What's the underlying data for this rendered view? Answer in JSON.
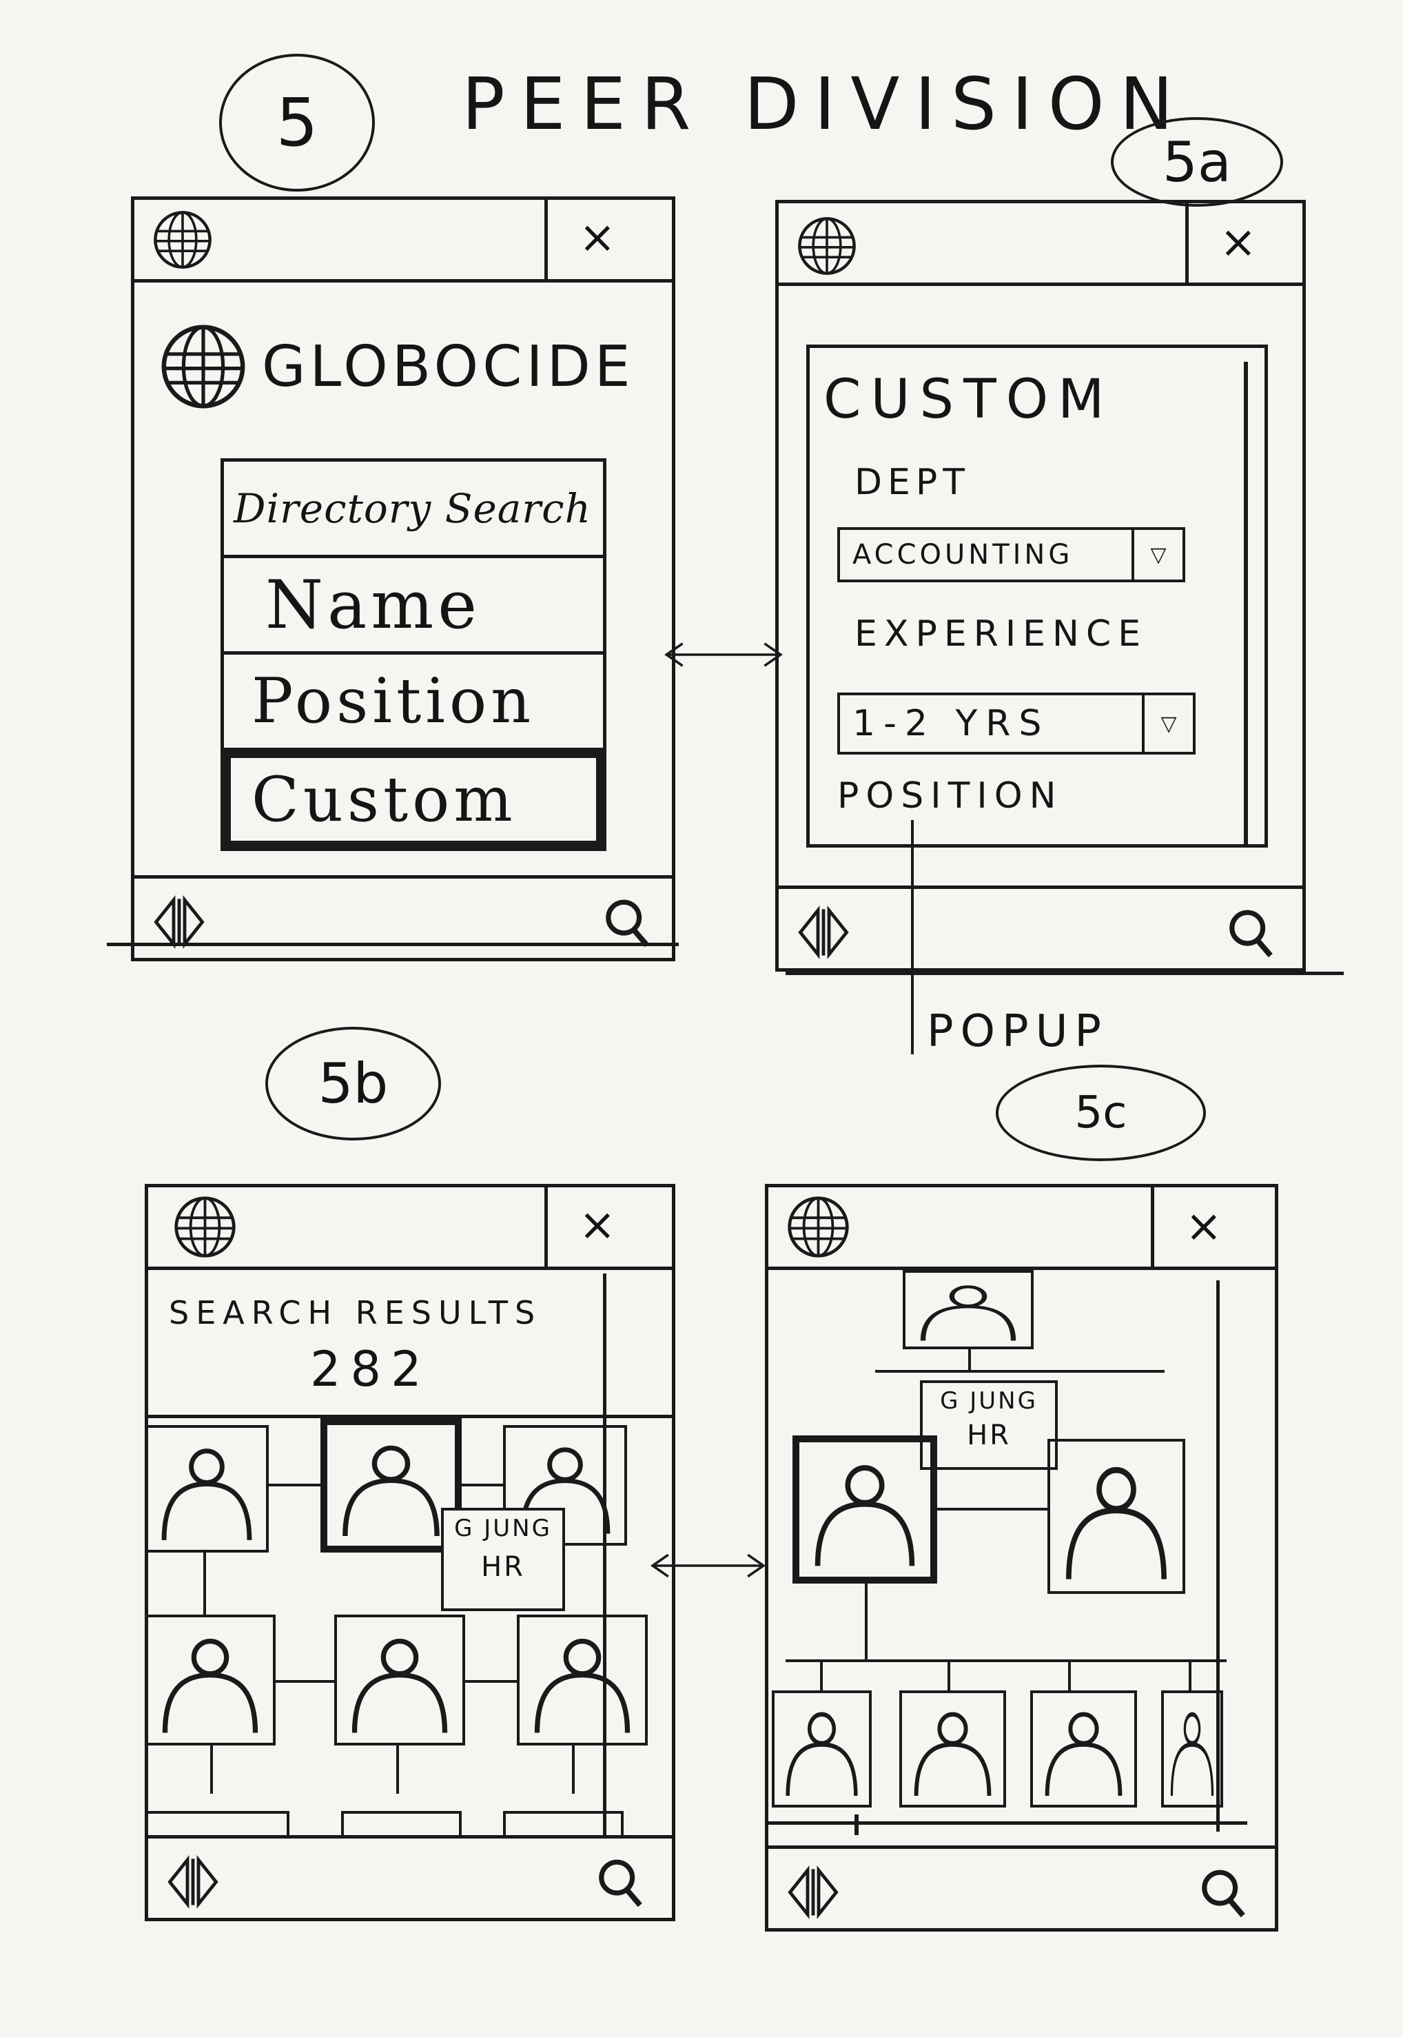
{
  "sheet": {
    "screen_number": "5",
    "title": "PEER DIVISION"
  },
  "screen_5": {
    "label": "5",
    "app_name": "GLOBOCIDE",
    "close_glyph": "×",
    "menu": {
      "header": "Directory Search",
      "items": [
        "Name",
        "Position",
        "Custom"
      ]
    },
    "nav_icon": "double-arrow-icon",
    "search_icon": "magnifier-icon"
  },
  "screen_5a": {
    "label": "5a",
    "close_glyph": "×",
    "panel_title": "CUSTOM",
    "dept_label": "DEPT",
    "dept_value": "ACCOUNTING",
    "experience_label": "EXPERIENCE",
    "experience_value": "1-2 YRS",
    "position_label": "POSITION",
    "dropdown_glyph": "▽",
    "popup_note": "POPUP"
  },
  "screen_5b": {
    "label": "5b",
    "close_glyph": "×",
    "results_title": "SEARCH RESULTS",
    "results_count": "282",
    "tag_name": "G JUNG",
    "tag_dept": "HR"
  },
  "screen_5c": {
    "label": "5c",
    "close_glyph": "×",
    "tag_name": "G JUNG",
    "tag_dept": "HR"
  },
  "colors": {
    "ink": "#1a1a1a",
    "paper": "#f6f5f2"
  }
}
